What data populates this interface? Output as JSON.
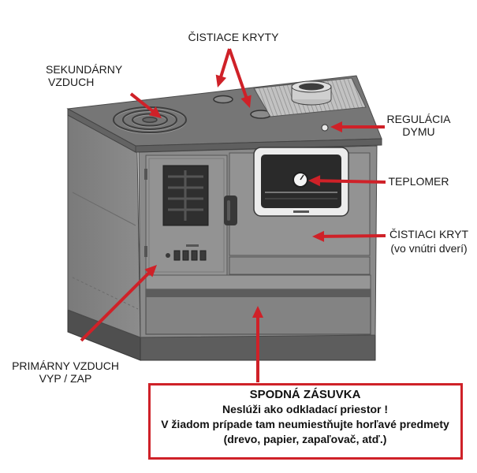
{
  "labels": {
    "cleaning_covers": "ČISTIACE KRYTY",
    "secondary_air": [
      "SEKUNDÁRNY",
      "VZDUCH"
    ],
    "smoke_regulation": [
      "REGULÁCIA",
      "DYMU"
    ],
    "thermometer": "TEPLOMER",
    "cleaning_cover": [
      "ČISTIACI KRYT",
      "(vo vnútri dverí)"
    ],
    "primary_air": [
      "PRIMÁRNY VZDUCH",
      "VYP / ZAP"
    ]
  },
  "warning_box": {
    "title": "SPODNÁ ZÁSUVKA",
    "lines": [
      "Neslúži ako odkladací priestor !",
      "V žiadom prípade tam neumiestňujte horľavé predmety",
      "(drevo, papier, zapaľovač, atď.)"
    ]
  },
  "colors": {
    "accent": "#cf2128",
    "text": "#1a1a1a",
    "stove_body": "#8a8a8a",
    "stove_top": "#767676",
    "plinth": "#5d5d5d",
    "oven_window_frame": "#ececec",
    "background": "#ffffff"
  }
}
